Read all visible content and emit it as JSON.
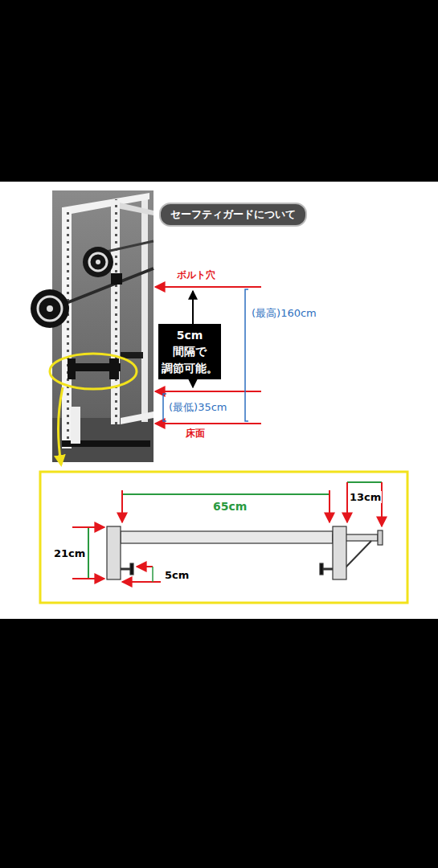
{
  "diagram": {
    "title": "セーフティガードについて",
    "nodes": [
      {
        "text": [
          "5cm 間隔で 調節可能。"
        ]
      }
    ],
    "labels": [
      "ボルト穴",
      "(最高)160cm",
      "(最低)35cm",
      "床面",
      "65cm",
      "13cm",
      "21cm",
      "5cm"
    ]
  }
}
